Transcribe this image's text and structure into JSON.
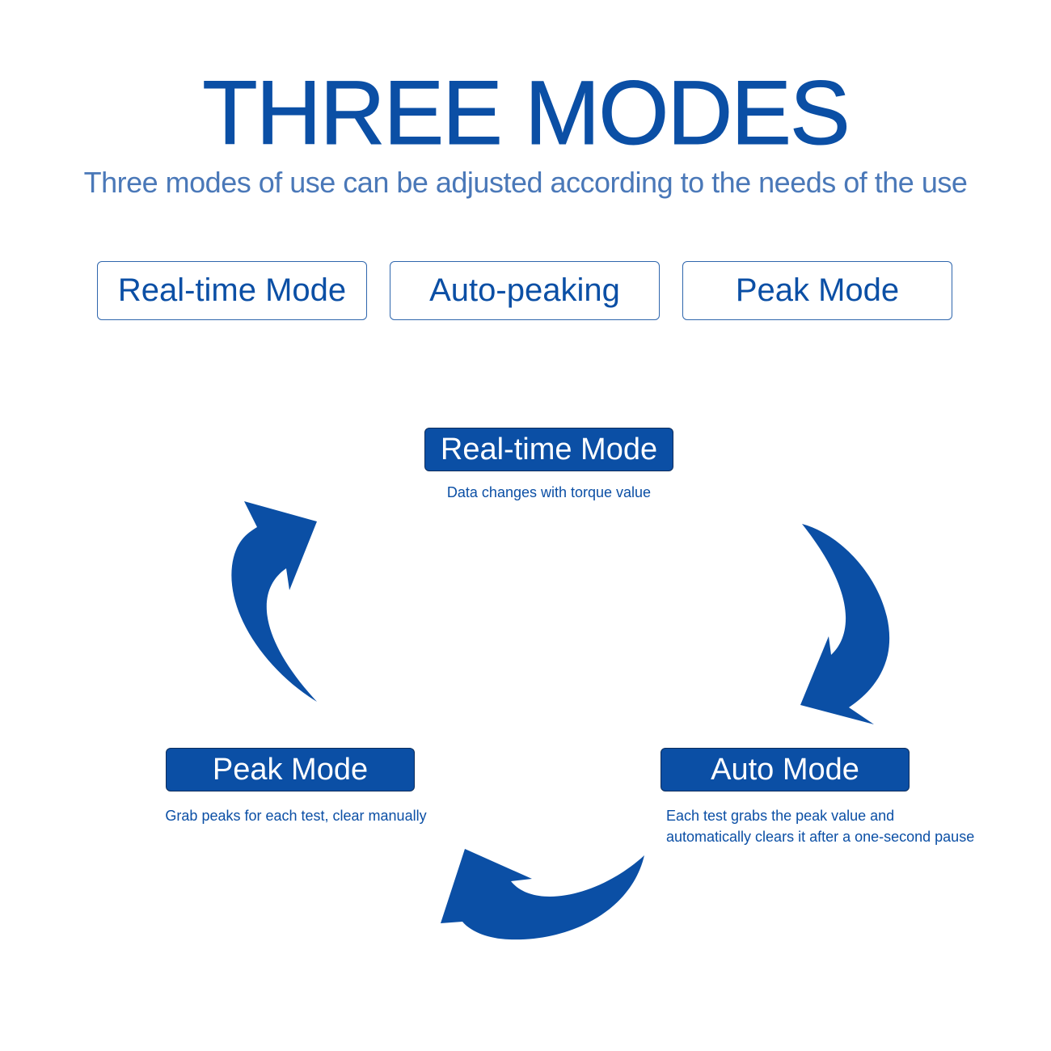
{
  "header": {
    "title": "THREE MODES",
    "subtitle": "Three modes of use can be adjusted according to the needs of the use"
  },
  "tabs": [
    {
      "label": "Real-time Mode"
    },
    {
      "label": "Auto-peaking"
    },
    {
      "label": "Peak Mode"
    }
  ],
  "cycle": {
    "realtime": {
      "label": "Real-time Mode",
      "description": "Data changes with torque value"
    },
    "auto": {
      "label": "Auto Mode",
      "description_line1": "Each test grabs the peak value and",
      "description_line2": "automatically clears it after a one-second pause"
    },
    "peak": {
      "label": "Peak Mode",
      "description": "Grab peaks for each test, clear manually"
    },
    "arrows": [
      "arrow-realtime-to-auto-icon",
      "arrow-auto-to-peak-icon",
      "arrow-peak-to-realtime-icon"
    ]
  },
  "colors": {
    "primary": "#0b4fa5",
    "subtitle": "#4a78b8",
    "border": "#2f66ad",
    "label_border": "#0a2c5c",
    "background": "#ffffff"
  }
}
